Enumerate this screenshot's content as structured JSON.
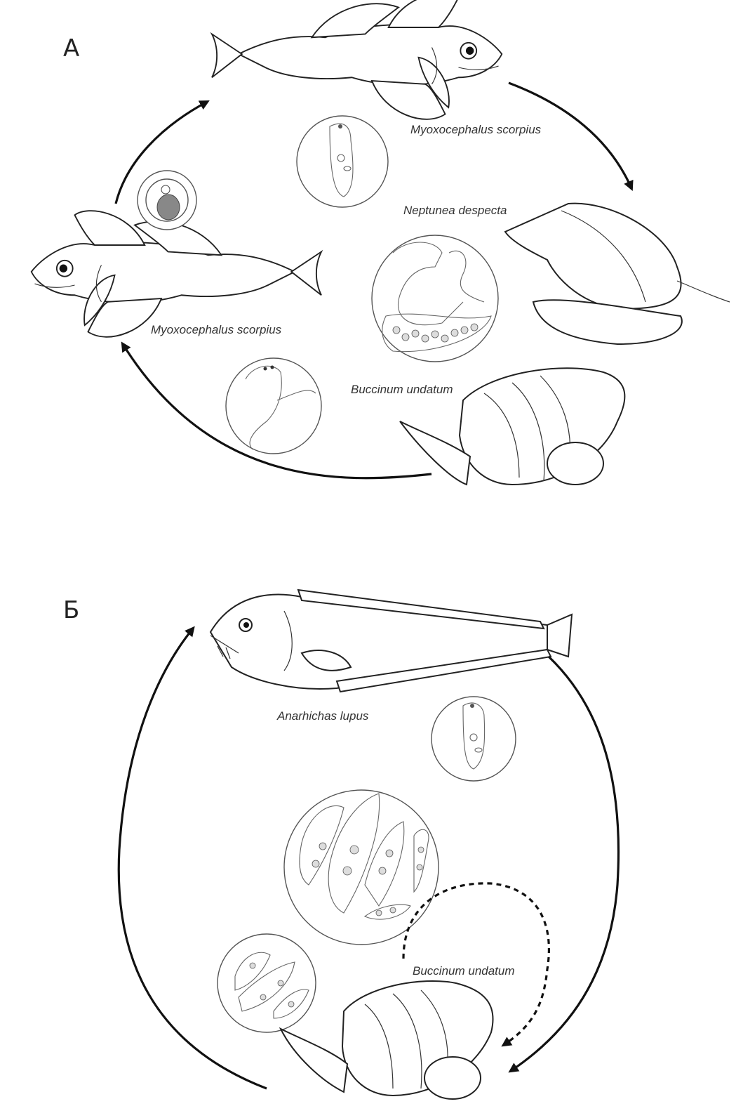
{
  "panels": {
    "a": {
      "label": "А",
      "species_fish_top": "Myoxocephalus scorpius",
      "species_snail_1": "Neptunea despecta",
      "species_fish_left": "Myoxocephalus scorpius",
      "species_snail_2": "Buccinum undatum"
    },
    "b": {
      "label": "Б",
      "species_fish": "Anarhichas lupus",
      "species_snail": "Buccinum undatum"
    }
  },
  "icons": {
    "sculpin": "sculpin-fish-icon",
    "wolffish": "wolffish-icon",
    "whelk": "whelk-snail-icon",
    "parasite": "trematode-larva-icon"
  },
  "colors": {
    "ink": "#222222",
    "cyst_fill": "#888888"
  }
}
